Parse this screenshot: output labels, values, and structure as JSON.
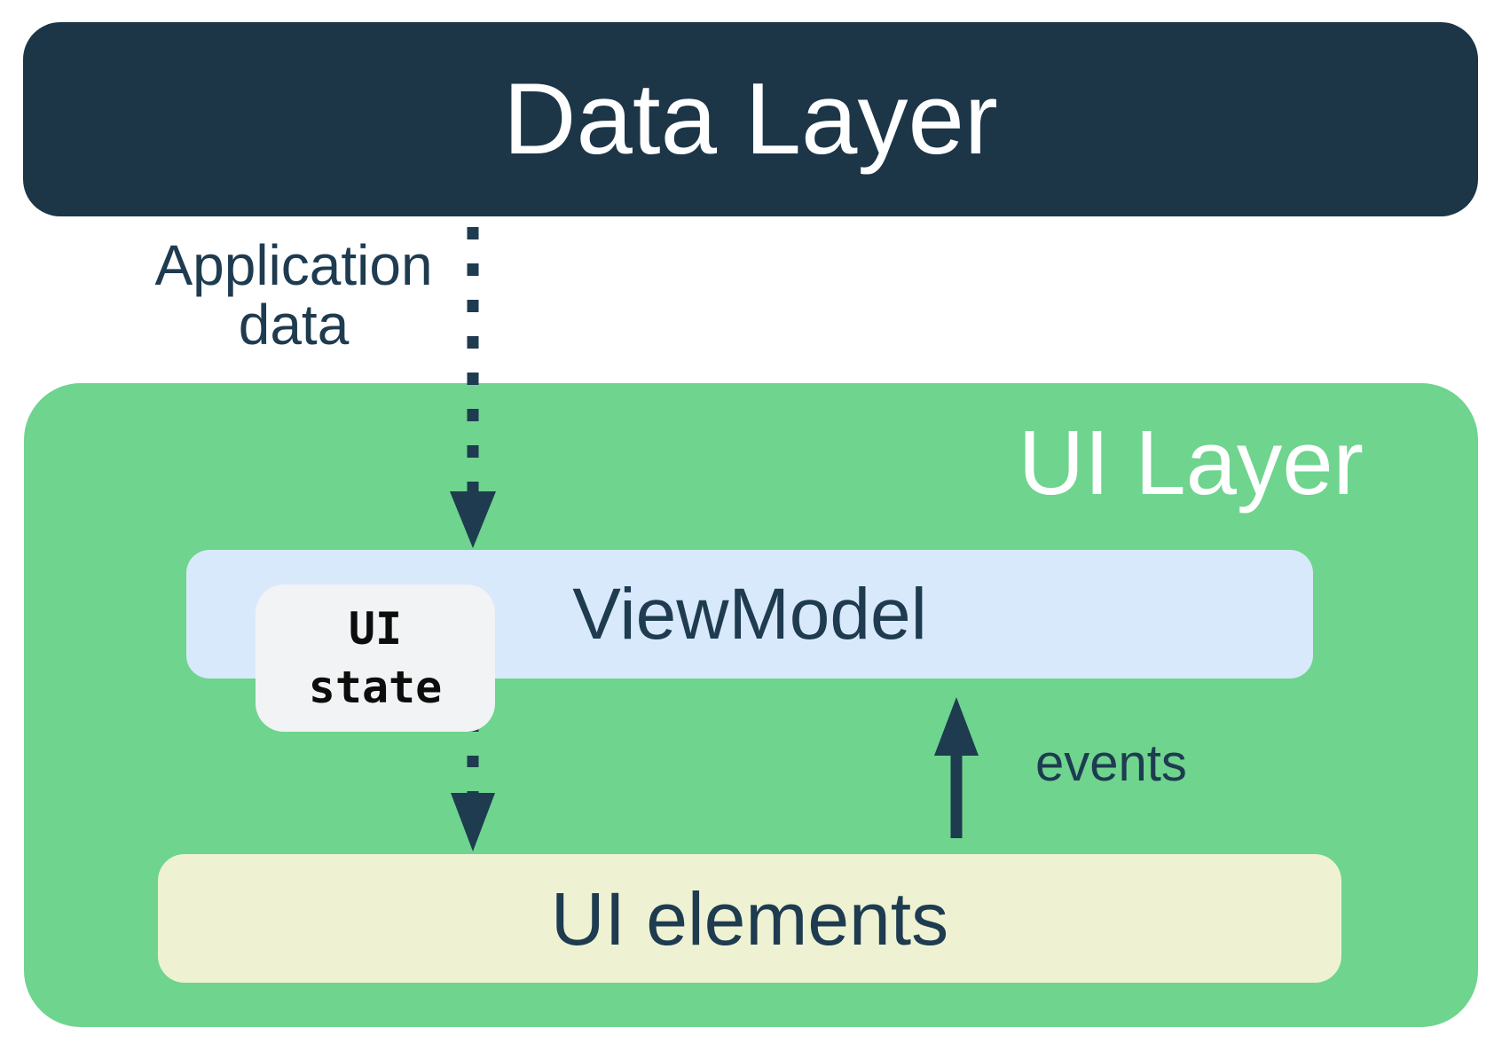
{
  "diagram": {
    "data_layer": {
      "label": "Data Layer"
    },
    "ui_layer": {
      "label": "UI Layer"
    },
    "viewmodel": {
      "label": "ViewModel"
    },
    "ui_state": {
      "label": "UI\nstate"
    },
    "ui_elements": {
      "label": "UI elements"
    },
    "arrows": {
      "application_data": {
        "label": "Application\ndata",
        "style": "dashed",
        "direction": "down"
      },
      "events": {
        "label": "events",
        "style": "solid",
        "direction": "up"
      }
    },
    "colors": {
      "data_layer_bg": "#1C3648",
      "ui_layer_bg": "#6FD48E",
      "viewmodel_bg": "#D9E9FC",
      "ui_elements_bg": "#EEF2D2",
      "ui_state_bg": "#F1F3F4",
      "text_dark": "#1E3B50",
      "text_light": "#FFFFFF",
      "ui_state_text": "#0D0D0D",
      "arrow": "#1E3B50"
    }
  }
}
